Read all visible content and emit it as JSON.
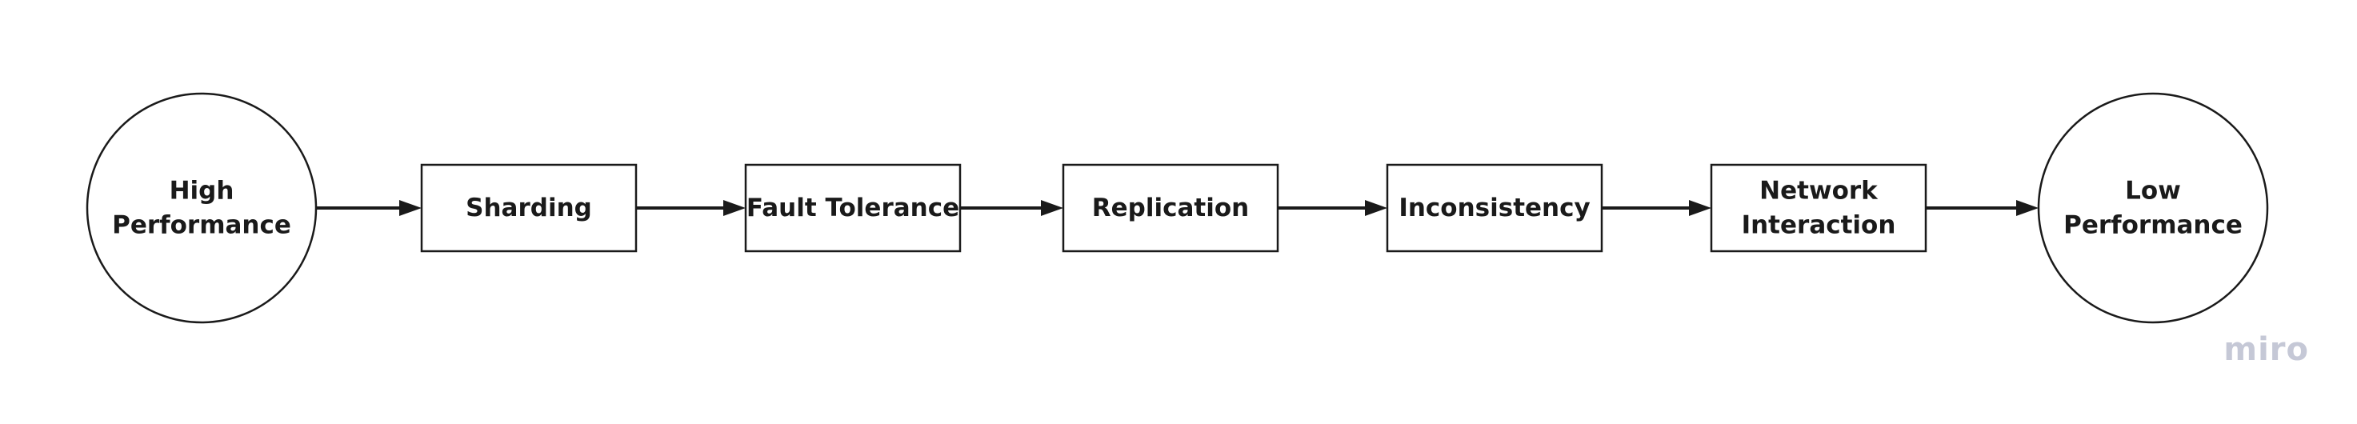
{
  "diagram": {
    "nodes": [
      {
        "id": "high-performance",
        "shape": "circle",
        "lines": [
          "High",
          "Performance"
        ]
      },
      {
        "id": "sharding",
        "shape": "rect",
        "lines": [
          "Sharding"
        ]
      },
      {
        "id": "fault-tolerance",
        "shape": "rect",
        "lines": [
          "Fault Tolerance"
        ]
      },
      {
        "id": "replication",
        "shape": "rect",
        "lines": [
          "Replication"
        ]
      },
      {
        "id": "inconsistency",
        "shape": "rect",
        "lines": [
          "Inconsistency"
        ]
      },
      {
        "id": "network-interaction",
        "shape": "rect",
        "lines": [
          "Network",
          "Interaction"
        ]
      },
      {
        "id": "low-performance",
        "shape": "circle",
        "lines": [
          "Low",
          "Performance"
        ]
      }
    ],
    "edges": [
      {
        "from": "high-performance",
        "to": "sharding"
      },
      {
        "from": "sharding",
        "to": "fault-tolerance"
      },
      {
        "from": "fault-tolerance",
        "to": "replication"
      },
      {
        "from": "replication",
        "to": "inconsistency"
      },
      {
        "from": "inconsistency",
        "to": "network-interaction"
      },
      {
        "from": "network-interaction",
        "to": "low-performance"
      }
    ]
  },
  "watermark": "miro",
  "colors": {
    "stroke": "#1a1a1a",
    "text": "#1a1a1a",
    "watermark": "#c5c8d6",
    "background": "#ffffff"
  }
}
